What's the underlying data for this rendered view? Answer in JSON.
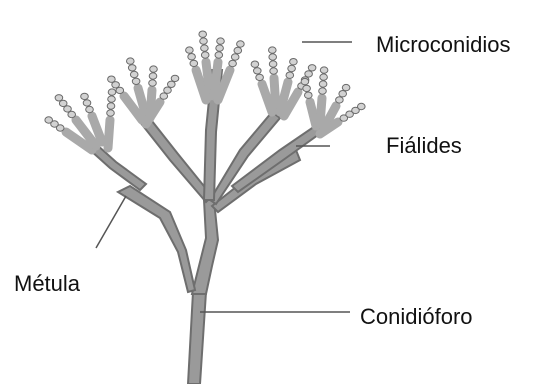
{
  "labels": {
    "microconidios": "Microconidios",
    "fialides": "Fiálides",
    "metula": "Métula",
    "conidioforo": "Conidióforo"
  },
  "colors": {
    "stalk_fill": "#9a9a9a",
    "stalk_dark": "#6e6e6e",
    "phialide_fill": "#a9a9a9",
    "conidium_fill": "#d2d2d2",
    "conidium_stroke": "#6a6a6a",
    "leader_line": "#555555"
  }
}
